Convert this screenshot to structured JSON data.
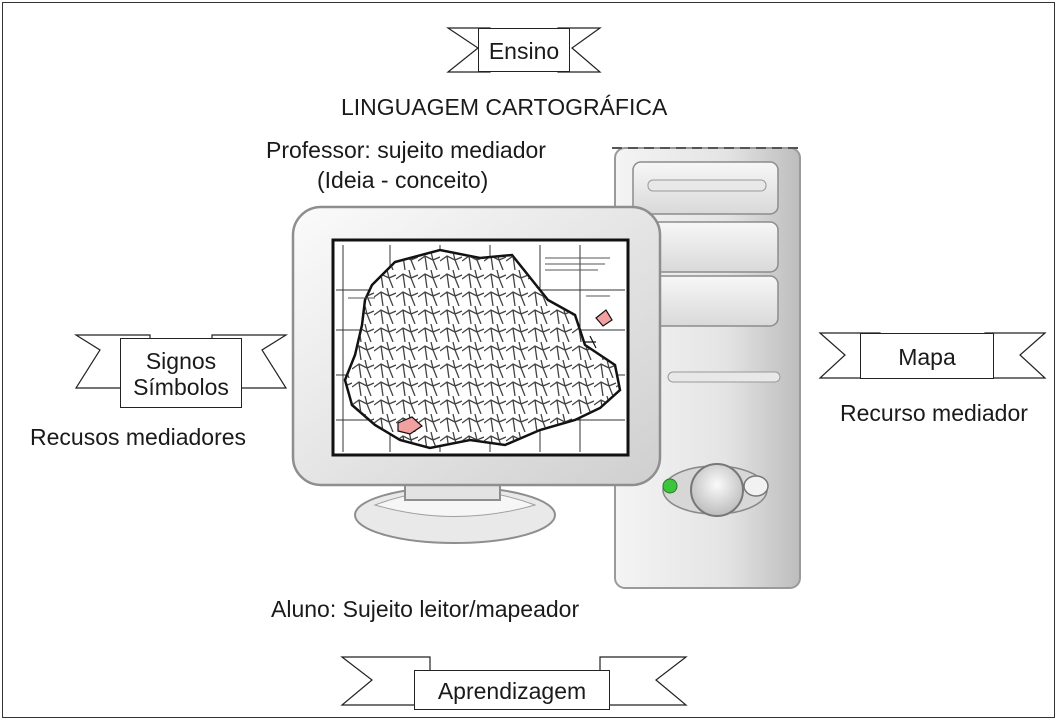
{
  "top_banner": {
    "label": "Ensino"
  },
  "title": "LINGUAGEM CARTOGRÁFICA",
  "teacher": {
    "line1": "Professor: sujeito mediador",
    "line2": "(Ideia - conceito)"
  },
  "left_banner": {
    "line1": "Signos",
    "line2": "Símbolos"
  },
  "left_caption": "Recusos mediadores",
  "right_banner": {
    "label": "Mapa"
  },
  "right_caption": "Recurso mediador",
  "student": "Aluno: Sujeito leitor/mapeador",
  "bottom_banner": {
    "label": "Aprendizagem"
  },
  "illustration": {
    "icon": "desktop-computer-with-map-icon"
  },
  "colors": {
    "border": "#222222",
    "highlight_region": "#f2a0a0",
    "power_led": "#3cc43c"
  }
}
